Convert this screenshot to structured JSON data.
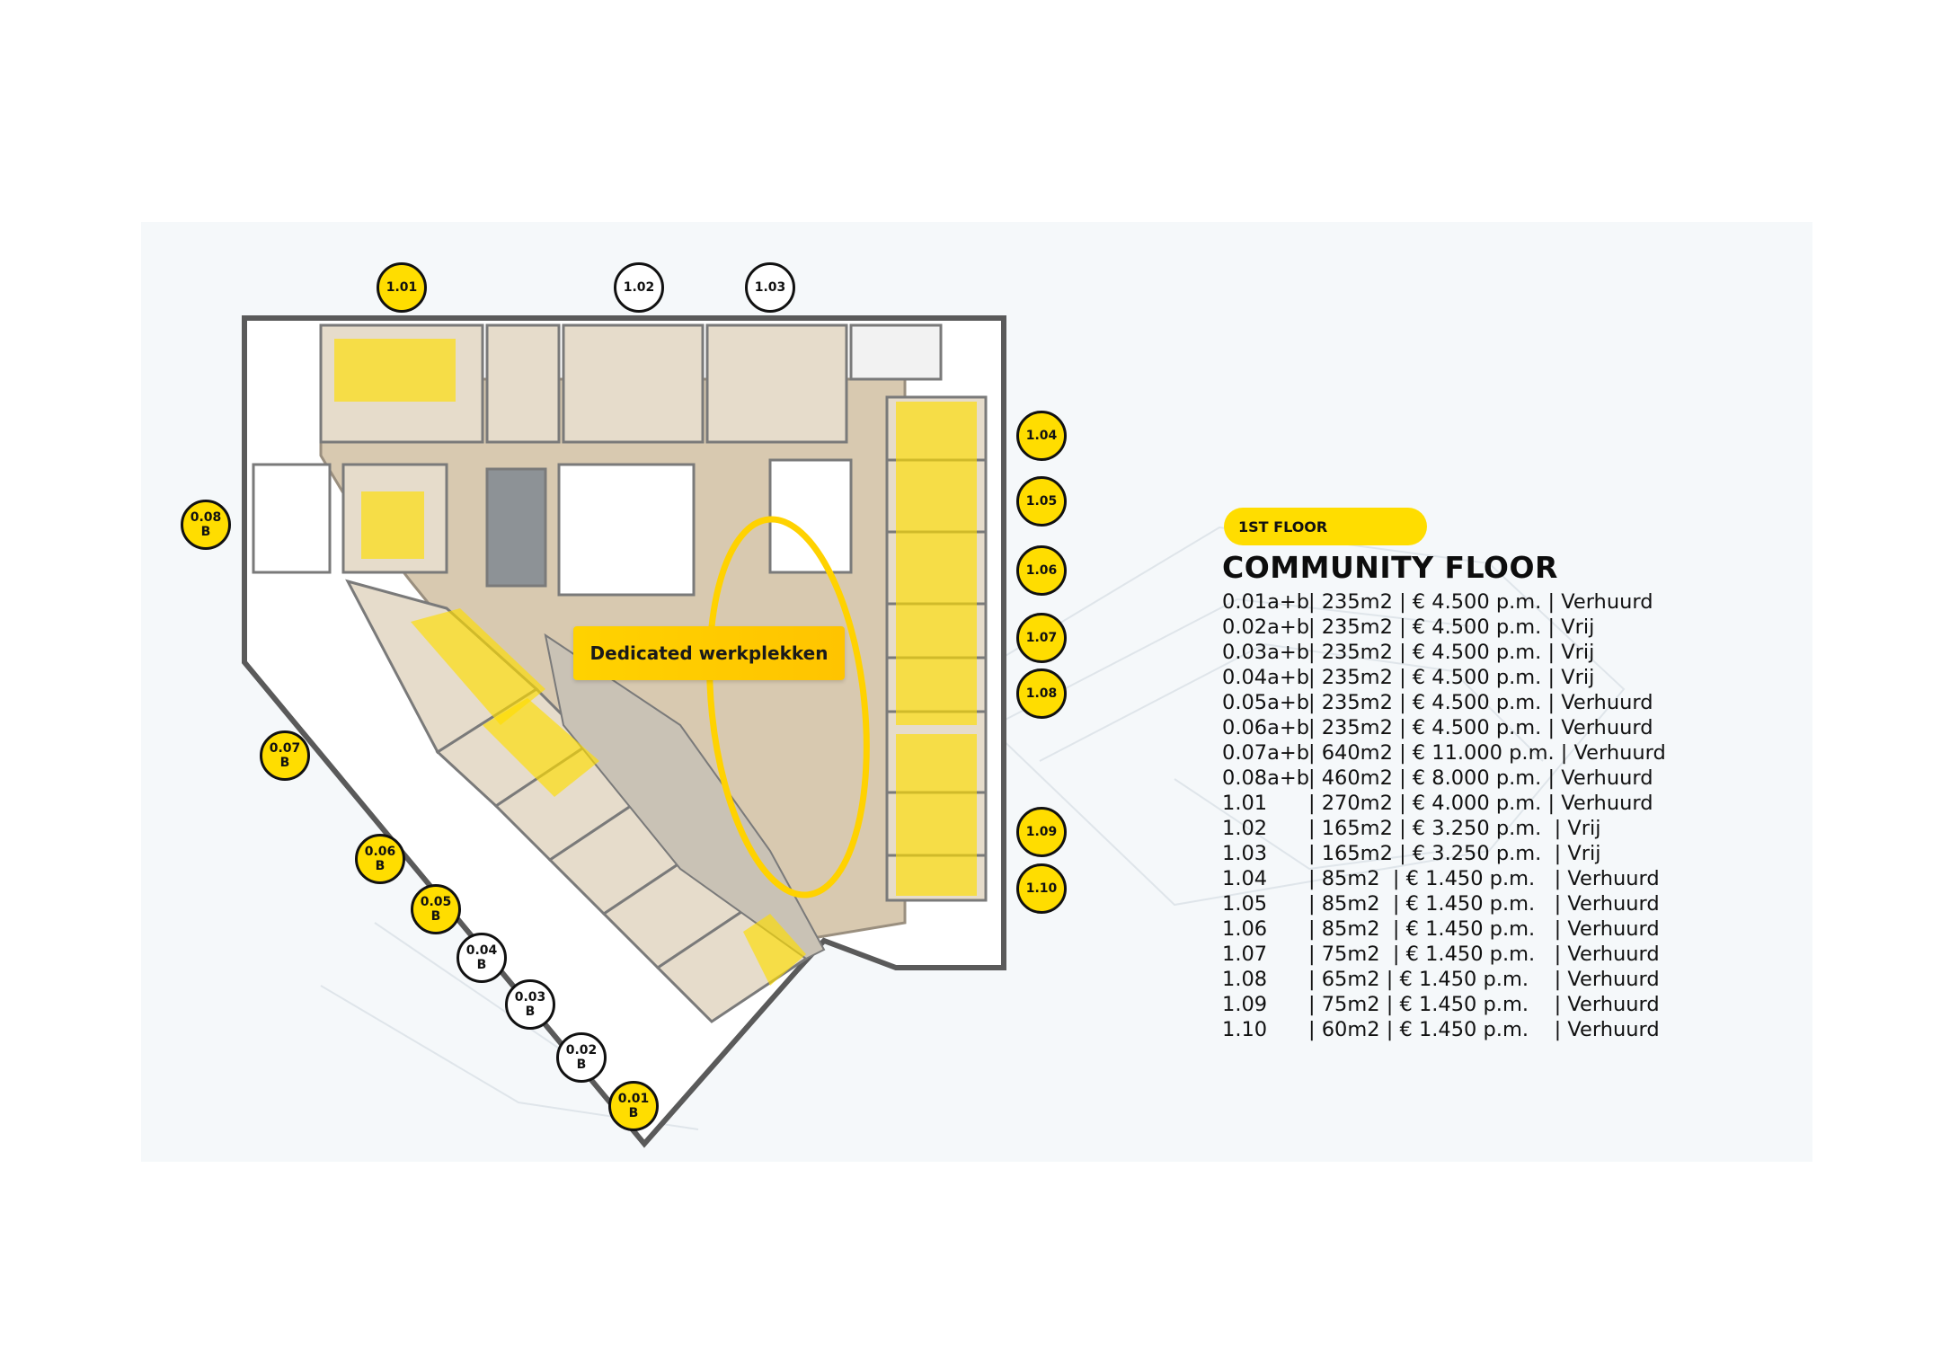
{
  "callout": {
    "text": "Dedicated werkplekken"
  },
  "floor": {
    "label": "1ST FLOOR",
    "title": "COMMUNITY FLOOR"
  },
  "colors": {
    "accent": "#ffdd00",
    "panel": "#f5f8fa",
    "floor_wood": "#d8c9b0",
    "ink": "#111111"
  },
  "markers": [
    {
      "id": "m-101",
      "line1": "1.01",
      "line2": "",
      "color": "yellow"
    },
    {
      "id": "m-102",
      "line1": "1.02",
      "line2": "",
      "color": "white"
    },
    {
      "id": "m-103",
      "line1": "1.03",
      "line2": "",
      "color": "white"
    },
    {
      "id": "m-104",
      "line1": "1.04",
      "line2": "",
      "color": "yellow"
    },
    {
      "id": "m-105",
      "line1": "1.05",
      "line2": "",
      "color": "yellow"
    },
    {
      "id": "m-106",
      "line1": "1.06",
      "line2": "",
      "color": "yellow"
    },
    {
      "id": "m-107",
      "line1": "1.07",
      "line2": "",
      "color": "yellow"
    },
    {
      "id": "m-108",
      "line1": "1.08",
      "line2": "",
      "color": "yellow"
    },
    {
      "id": "m-109",
      "line1": "1.09",
      "line2": "",
      "color": "yellow"
    },
    {
      "id": "m-110",
      "line1": "1.10",
      "line2": "",
      "color": "yellow"
    },
    {
      "id": "m-008",
      "line1": "0.08",
      "line2": "B",
      "color": "yellow"
    },
    {
      "id": "m-007",
      "line1": "0.07",
      "line2": "B",
      "color": "yellow"
    },
    {
      "id": "m-006",
      "line1": "0.06",
      "line2": "B",
      "color": "yellow"
    },
    {
      "id": "m-005",
      "line1": "0.05",
      "line2": "B",
      "color": "yellow"
    },
    {
      "id": "m-004",
      "line1": "0.04",
      "line2": "B",
      "color": "white"
    },
    {
      "id": "m-003",
      "line1": "0.03",
      "line2": "B",
      "color": "white"
    },
    {
      "id": "m-002",
      "line1": "0.02",
      "line2": "B",
      "color": "white"
    },
    {
      "id": "m-001",
      "line1": "0.01",
      "line2": "B",
      "color": "yellow"
    }
  ],
  "units": [
    {
      "id": "0.01a+b",
      "rest": "| 235m2 | € 4.500 p.m. | Verhuurd"
    },
    {
      "id": "0.02a+b",
      "rest": "| 235m2 | € 4.500 p.m. | Vrij"
    },
    {
      "id": "0.03a+b",
      "rest": "| 235m2 | € 4.500 p.m. | Vrij"
    },
    {
      "id": "0.04a+b",
      "rest": "| 235m2 | € 4.500 p.m. | Vrij"
    },
    {
      "id": "0.05a+b",
      "rest": "| 235m2 | € 4.500 p.m. | Verhuurd"
    },
    {
      "id": "0.06a+b",
      "rest": "| 235m2 | € 4.500 p.m. | Verhuurd"
    },
    {
      "id": "0.07a+b",
      "rest": "| 640m2 | € 11.000 p.m. | Verhuurd"
    },
    {
      "id": "0.08a+b",
      "rest": "| 460m2 | € 8.000 p.m. | Verhuurd"
    },
    {
      "id": "1.01",
      "rest": "| 270m2 | € 4.000 p.m. | Verhuurd"
    },
    {
      "id": "1.02",
      "rest": "| 165m2 | € 3.250 p.m.  | Vrij"
    },
    {
      "id": "1.03",
      "rest": "| 165m2 | € 3.250 p.m.  | Vrij"
    },
    {
      "id": "1.04",
      "rest": "| 85m2  | € 1.450 p.m.   | Verhuurd"
    },
    {
      "id": "1.05",
      "rest": "| 85m2  | € 1.450 p.m.   | Verhuurd"
    },
    {
      "id": "1.06",
      "rest": "| 85m2  | € 1.450 p.m.   | Verhuurd"
    },
    {
      "id": "1.07",
      "rest": "| 75m2  | € 1.450 p.m.   | Verhuurd"
    },
    {
      "id": "1.08",
      "rest": "| 65m2 | € 1.450 p.m.    | Verhuurd"
    },
    {
      "id": "1.09",
      "rest": "| 75m2 | € 1.450 p.m.    | Verhuurd"
    },
    {
      "id": "1.10",
      "rest": "| 60m2 | € 1.450 p.m.    | Verhuurd"
    }
  ]
}
